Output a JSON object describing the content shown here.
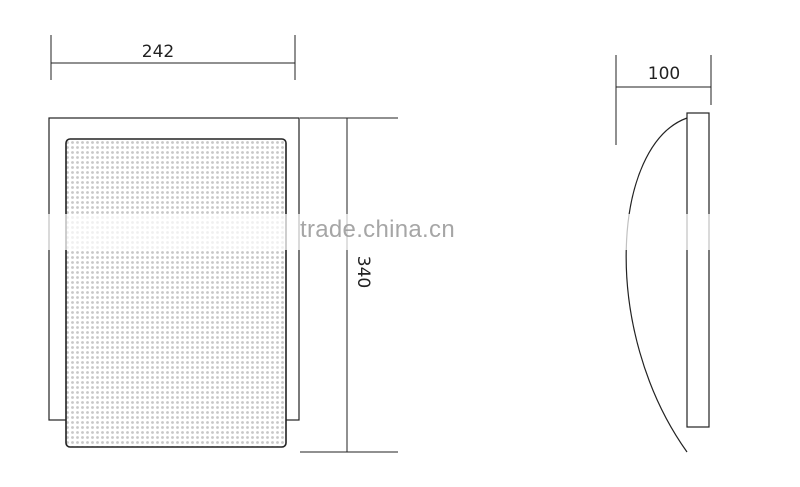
{
  "front_view": {
    "width_label": "242",
    "height_label": "340"
  },
  "side_view": {
    "depth_label": "100"
  },
  "watermark": {
    "text": "trade.china.cn"
  },
  "colors": {
    "line": "#222222",
    "dot": "#c8c8c8"
  }
}
